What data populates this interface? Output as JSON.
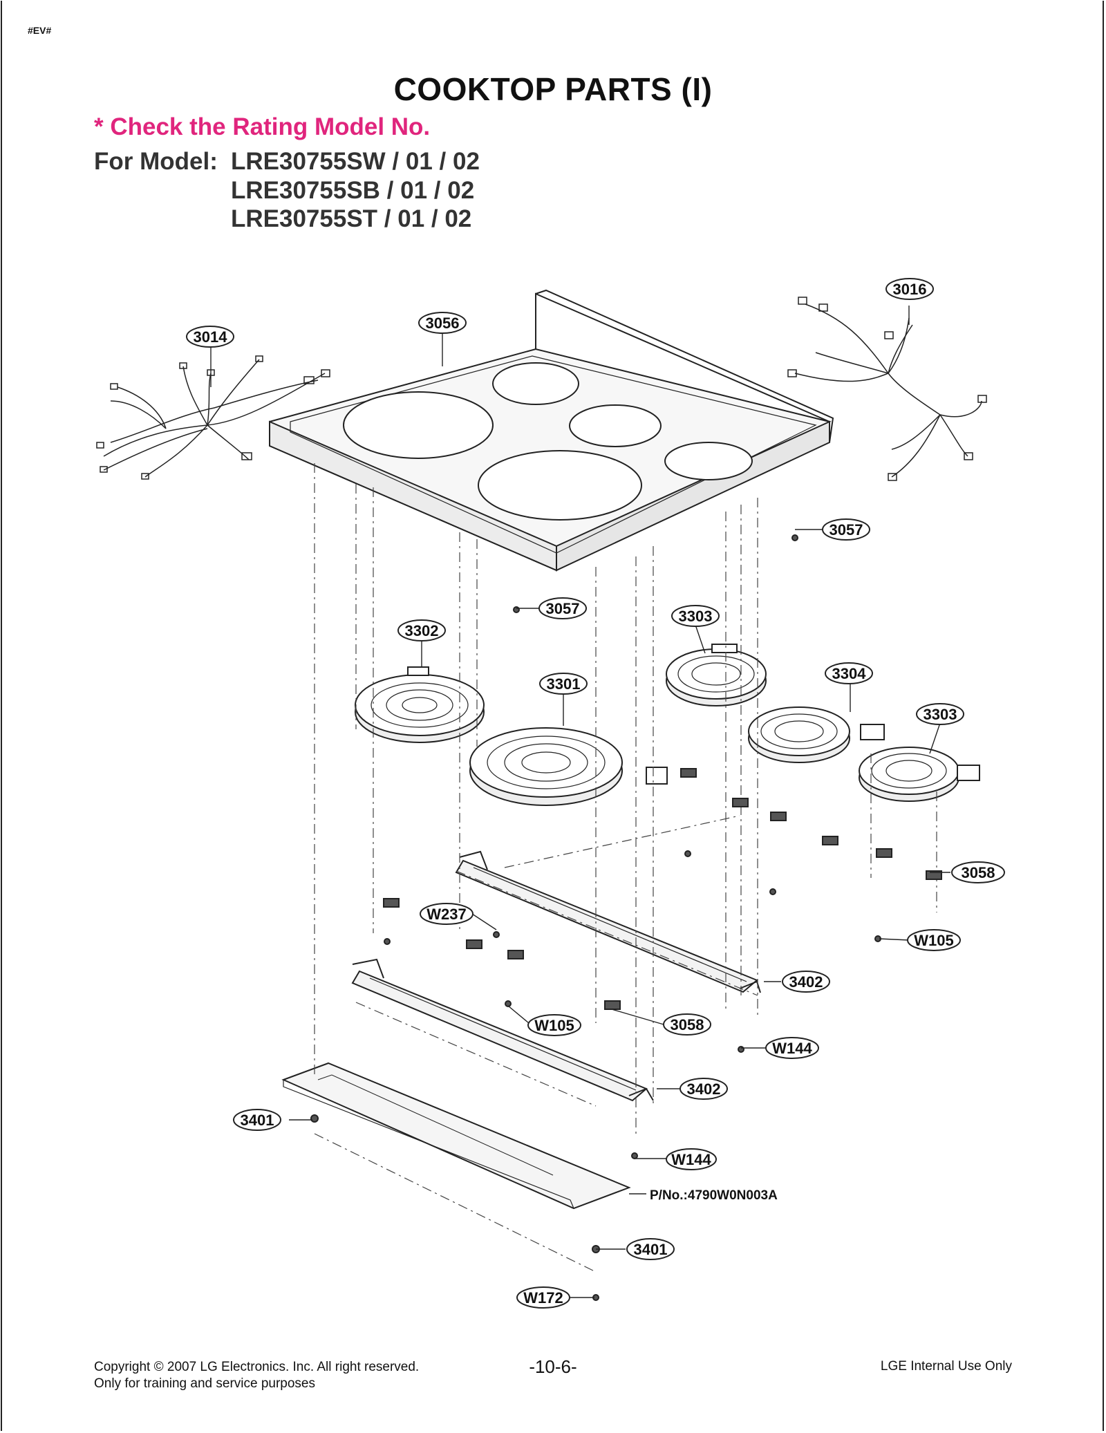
{
  "doc_tag": "#EV#",
  "title": "COOKTOP PARTS (I)",
  "check_note": "* Check the Rating Model No.",
  "model_label": "For Model:",
  "models": [
    "LRE30755SW / 01 / 02",
    "LRE30755SB / 01 / 02",
    "LRE30755ST / 01 / 02"
  ],
  "callouts": {
    "c3014": "3014",
    "c3056": "3056",
    "c3016": "3016",
    "c3057a": "3057",
    "c3057b": "3057",
    "c3302": "3302",
    "c3301": "3301",
    "c3303a": "3303",
    "c3304": "3304",
    "c3303b": "3303",
    "c3058a": "3058",
    "cW237": "W237",
    "cW105a": "W105",
    "c3402a": "3402",
    "cW105b": "W105",
    "c3058b": "3058",
    "cW144a": "W144",
    "c3402b": "3402",
    "c3401a": "3401",
    "cW144b": "W144",
    "c3401b": "3401",
    "cW172": "W172"
  },
  "part_no": "P/No.:4790W0N003A",
  "footer": {
    "copyright": "Copyright © 2007 LG Electronics. Inc. All right reserved.",
    "training": "Only for training and service purposes",
    "page": "-10-6-",
    "internal": "LGE Internal Use Only"
  }
}
